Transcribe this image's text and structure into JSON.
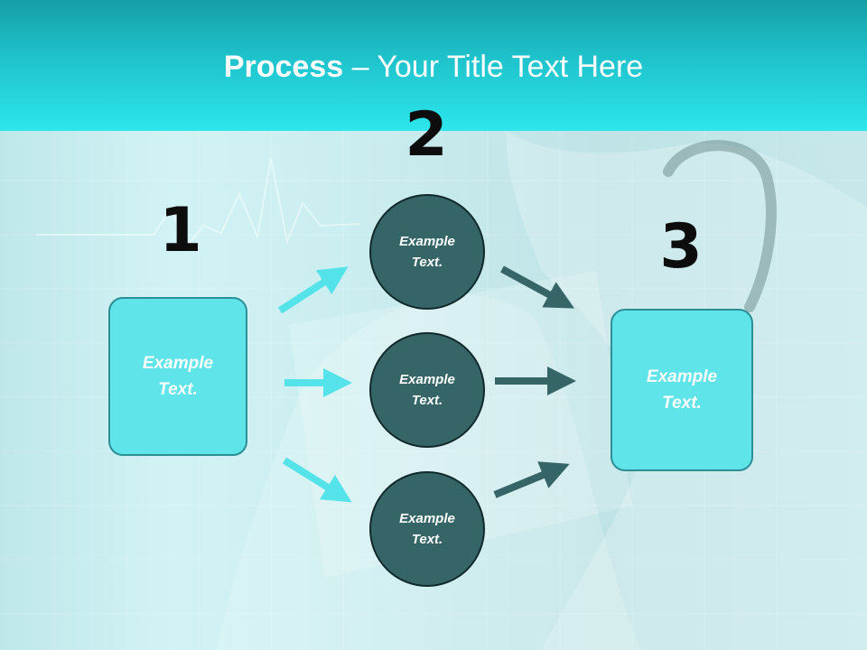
{
  "title": {
    "bold": "Process",
    "rest": " – Your Title Text Here"
  },
  "steps": {
    "one": "1",
    "two": "2",
    "three": "3"
  },
  "nodes": {
    "left_box": "Example\nText.",
    "circle_top": "Example\nText.",
    "circle_mid": "Example\nText.",
    "circle_bot": "Example\nText.",
    "right_box": "Example\nText."
  },
  "colors": {
    "header": "#1fc3cc",
    "box_fill": "#5fe4ea",
    "circle_fill": "#356567",
    "arrow_light": "#55e3ea",
    "arrow_dark": "#356567"
  }
}
